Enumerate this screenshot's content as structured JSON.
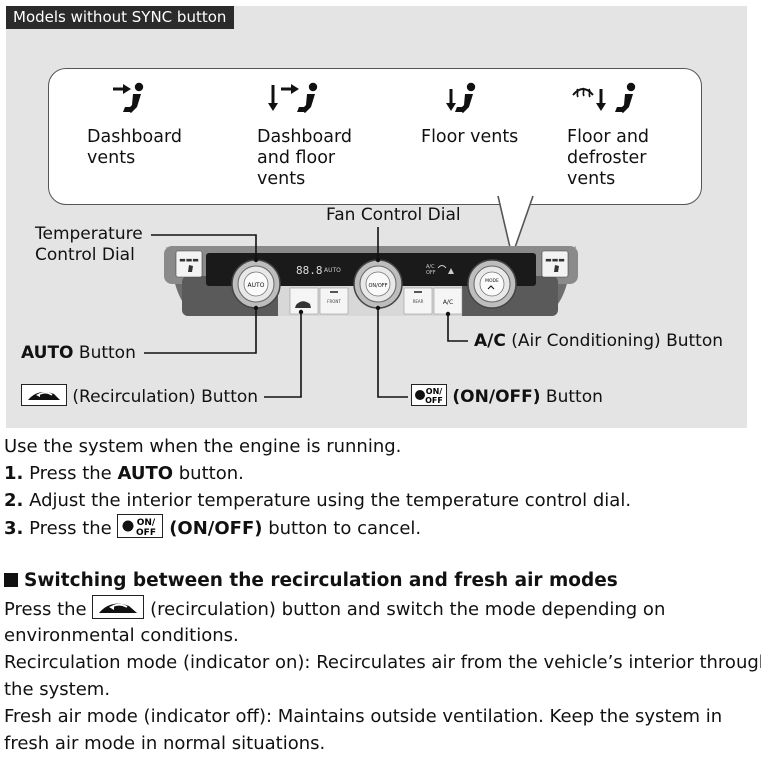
{
  "figure": {
    "tag": "Models without SYNC button",
    "modes": [
      {
        "label": "Dashboard vents",
        "icon": "dashboard-vent-icon"
      },
      {
        "label": "Dashboard and floor vents",
        "icon": "dashboard-floor-vent-icon"
      },
      {
        "label": "Floor vents",
        "icon": "floor-vent-icon"
      },
      {
        "label": "Floor and defroster vents",
        "icon": "floor-defroster-vent-icon"
      }
    ],
    "callouts": {
      "temperature_dial": "Temperature\nControl Dial",
      "fan_dial": "Fan Control Dial",
      "auto_bold": "AUTO",
      "auto_rest": " Button",
      "recirc_rest": " (Recirculation) Button",
      "ac_bold": "A/C",
      "ac_rest": " (Air Conditioning) Button",
      "onoff_bold": "(ON/OFF)",
      "onoff_rest": " Button"
    },
    "panel": {
      "display": "88.8",
      "auto_small": "AUTO",
      "dial_auto": "AUTO",
      "dial_mode": "MODE",
      "dial_power": "ON/OFF",
      "front": "FRONT",
      "rear": "REAR",
      "ac": "A/C",
      "ac_off": "A/C OFF"
    }
  },
  "body": {
    "intro": "Use the system when the engine is running.",
    "step1_num": "1.",
    "step1_pre": " Press the ",
    "step1_bold": "AUTO",
    "step1_post": " button.",
    "step2_num": "2.",
    "step2_text": " Adjust the interior temperature using the temperature control dial.",
    "step3_num": "3.",
    "step3_pre": " Press the ",
    "step3_bold": "(ON/OFF)",
    "step3_post": " button to cancel.",
    "onoff_icon_text": "ON/\nOFF",
    "heading": "Switching between the recirculation and fresh air modes",
    "p1_pre": "Press the ",
    "p1_post": " (recirculation) button and switch the mode depending on",
    "p1_line2": "environmental conditions.",
    "p2_line1": "Recirculation mode (indicator on): Recirculates air from the vehicle’s interior through",
    "p2_line2": "the system.",
    "p3_line1": "Fresh air mode (indicator off): Maintains outside ventilation. Keep the system in",
    "p3_line2": "fresh air mode in normal situations."
  }
}
